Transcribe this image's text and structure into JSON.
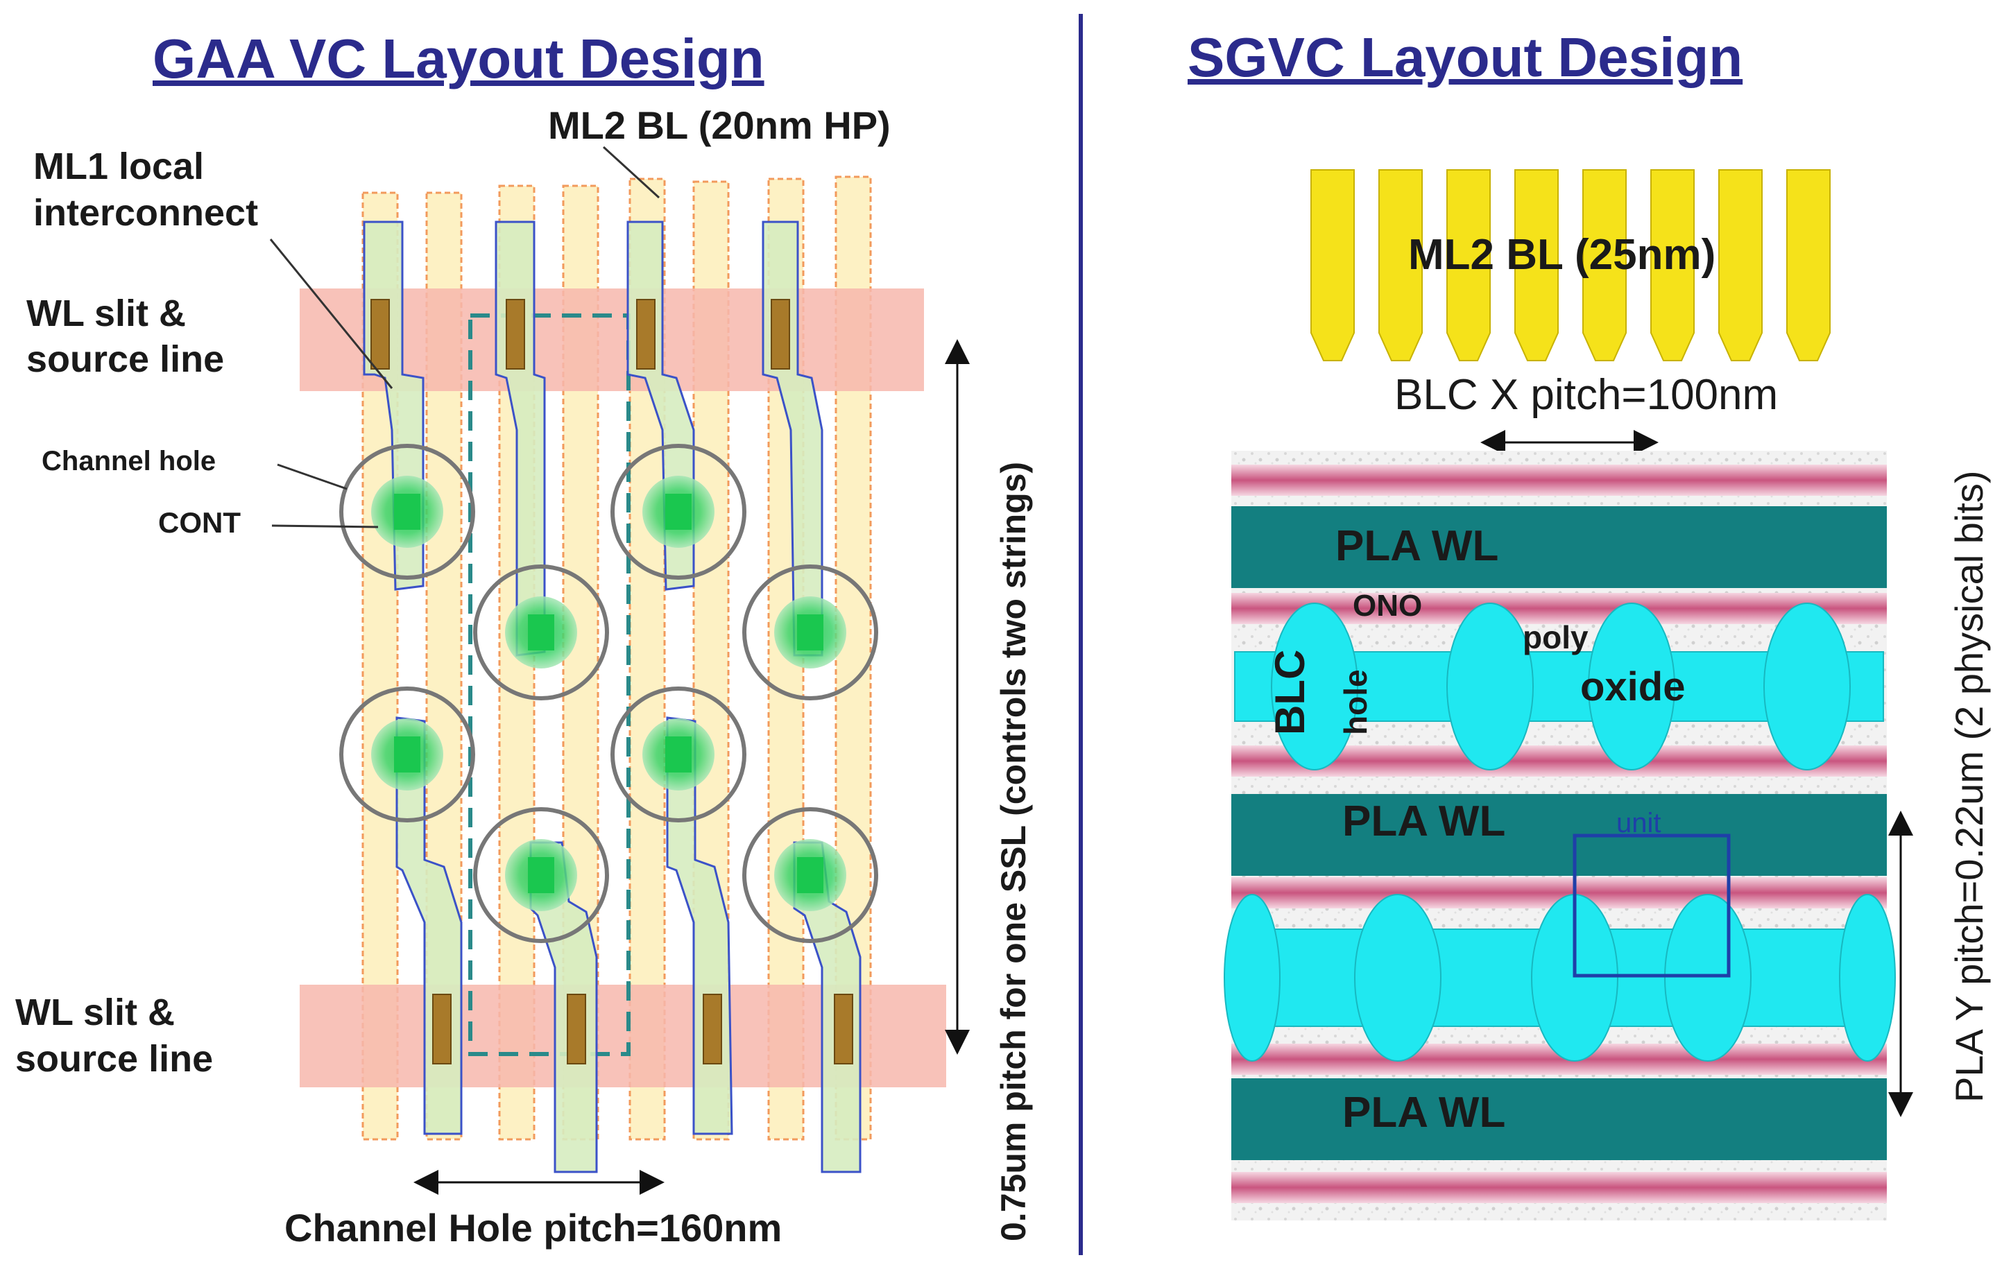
{
  "left_panel": {
    "title": "GAA VC Layout Design",
    "labels": {
      "ml2_bl": "ML2 BL (20nm HP)",
      "ml1_line1": "ML1 local",
      "ml1_line2": "interconnect",
      "wl_top_line1": "WL slit &",
      "wl_top_line2": "source line",
      "channel_hole": "Channel hole",
      "cont": "CONT",
      "wl_bottom_line1": "WL slit &",
      "wl_bottom_line2": "source line",
      "ssl_pitch": "0.75um pitch for one SSL (controls two strings)",
      "ch_pitch": "Channel Hole pitch=160nm"
    }
  },
  "right_panel": {
    "title": "SGVC Layout Design",
    "labels": {
      "ml2_bl": "ML2 BL (25nm)",
      "blc_pitch": "BLC X pitch=100nm",
      "pla_wl_1": "PLA WL",
      "pla_wl_2": "PLA WL",
      "pla_wl_3": "PLA WL",
      "ono": "ONO",
      "poly": "poly",
      "oxide": "oxide",
      "blc": "BLC",
      "hole": "hole",
      "unit": "unit",
      "pla_pitch": "PLA Y pitch=0.22um (2 physical bits)"
    },
    "bitline_count": 8
  },
  "colors": {
    "title": "#2b2b8c",
    "divider": "#2b2b8c",
    "wl_band": "#f7b7ad",
    "bl_fill": "#fdf1c4",
    "bl_stroke": "#f29a5c",
    "ml1_fill": "#d6ecc0",
    "ml1_stroke": "#3b52c8",
    "contact": "#a87a2a",
    "cont_green": "#22cc55",
    "hole_ring": "#777777",
    "dashed_box": "#2a8a8a",
    "ml2_yellow": "#f5e21a",
    "pla_wl": "#137f80",
    "blc_cyan": "#20e8f0",
    "stripe_pink": "#e07da0",
    "unit_box": "#1f3fa8"
  }
}
